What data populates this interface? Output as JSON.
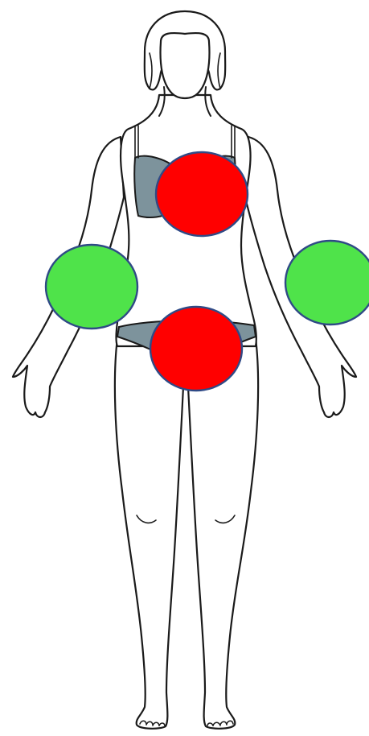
{
  "figure": {
    "subject": "female-body-front-outline",
    "colors": {
      "background": "#ffffff",
      "outline": "#1a1a1a",
      "underwear": "#7d939c",
      "marker_stroke": "#2f4a86"
    }
  },
  "markers": [
    {
      "id": "chest",
      "status": "red",
      "color": "#ff0000"
    },
    {
      "id": "right-upper-arm",
      "status": "green",
      "color": "#4fe34a"
    },
    {
      "id": "left-upper-arm",
      "status": "green",
      "color": "#4fe34a"
    },
    {
      "id": "pelvis",
      "status": "red",
      "color": "#ff0000"
    }
  ]
}
